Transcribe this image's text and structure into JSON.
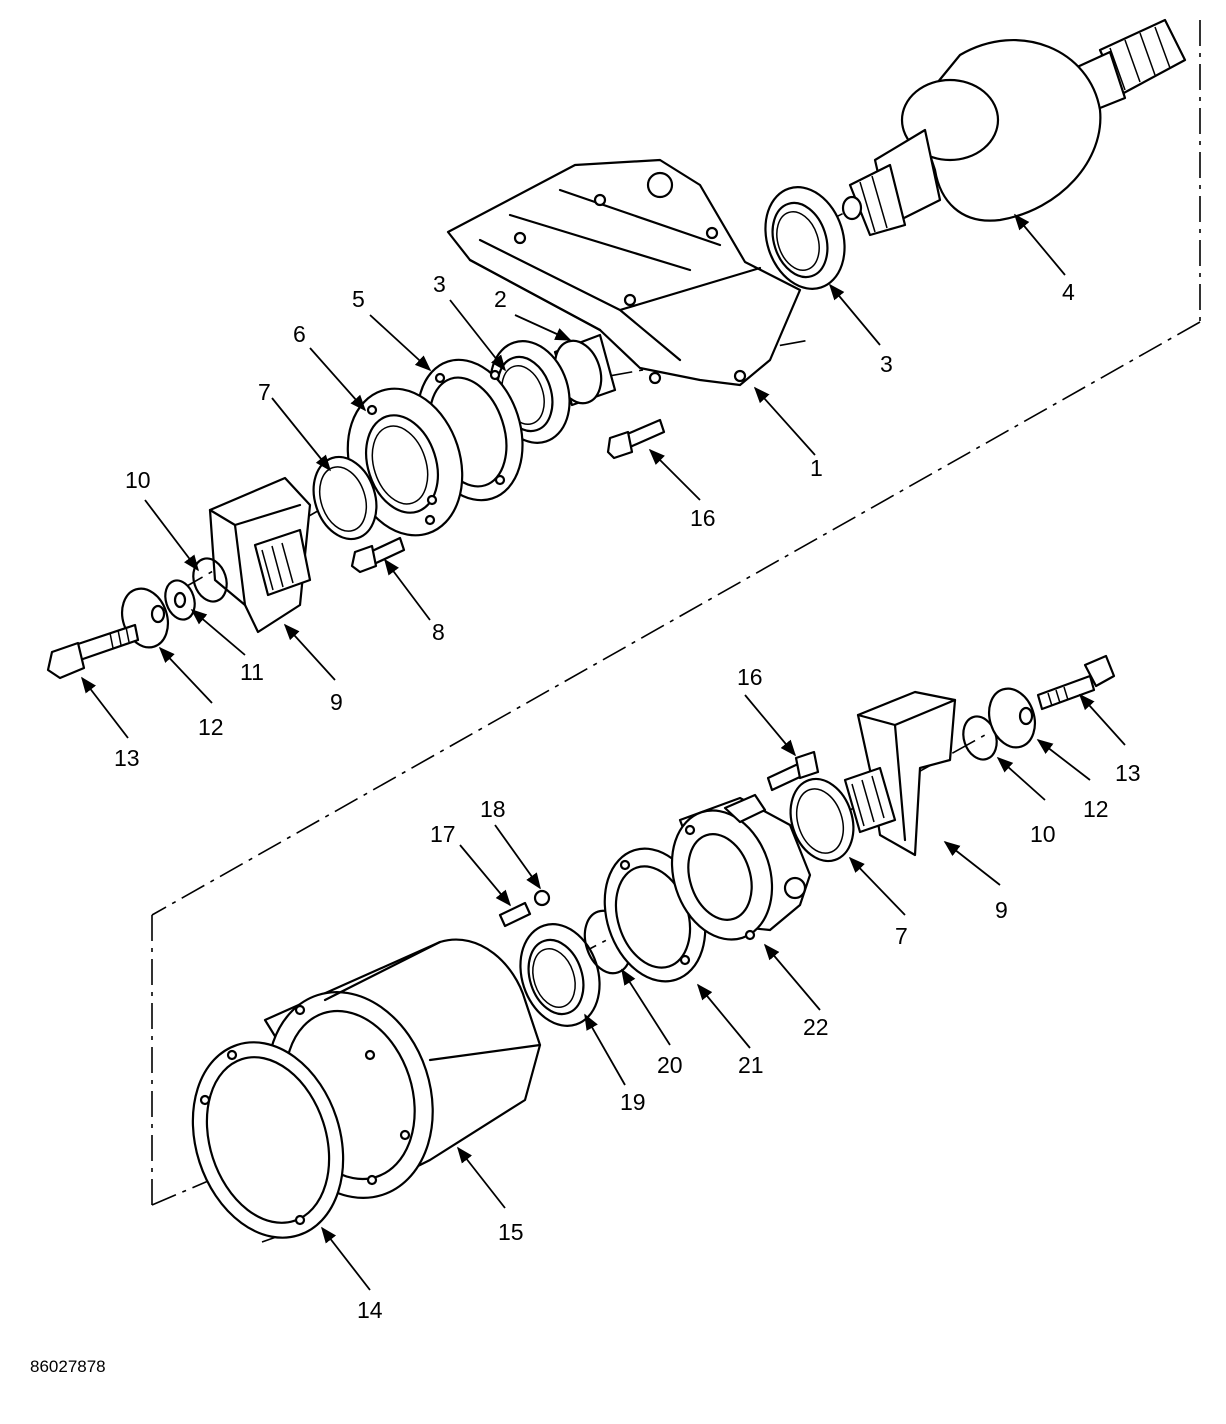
{
  "diagram": {
    "reference_number": "86027878",
    "callouts": {
      "c1": "1",
      "c2": "2",
      "c3a": "3",
      "c3b": "3",
      "c4": "4",
      "c5": "5",
      "c6": "6",
      "c7a": "7",
      "c7b": "7",
      "c8": "8",
      "c9a": "9",
      "c9b": "9",
      "c10a": "10",
      "c10b": "10",
      "c11": "11",
      "c12a": "12",
      "c12b": "12",
      "c13a": "13",
      "c13b": "13",
      "c14": "14",
      "c15": "15",
      "c16a": "16",
      "c16b": "16",
      "c17": "17",
      "c18": "18",
      "c19": "19",
      "c20": "20",
      "c21": "21",
      "c22": "22"
    }
  }
}
